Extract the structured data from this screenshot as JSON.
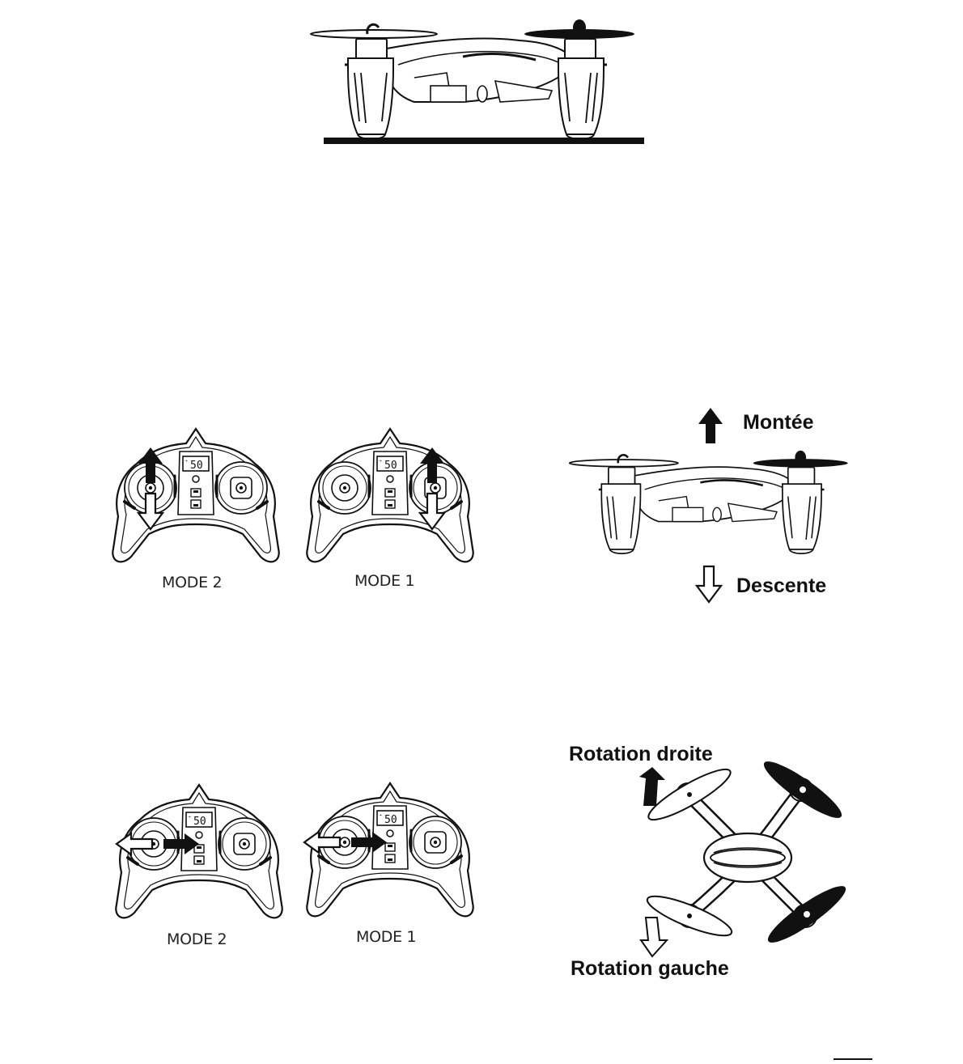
{
  "labels": {
    "ascend": "Montée",
    "descend": "Descente",
    "rotate_right": "Rotation droite",
    "rotate_left": "Rotation gauche"
  },
  "throttle_section": {
    "left_mode": "MODE 2",
    "right_mode": "MODE 1"
  },
  "rudder_section": {
    "left_mode": "MODE 2",
    "right_mode": "MODE 1"
  },
  "lcd_readout": "50",
  "colors": {
    "ink": "#111111",
    "paper": "#ffffff"
  },
  "icons": {
    "up": "arrow-up-filled-icon",
    "down": "arrow-down-outline-icon",
    "left": "arrow-left-outline-icon",
    "right": "arrow-right-filled-icon"
  }
}
